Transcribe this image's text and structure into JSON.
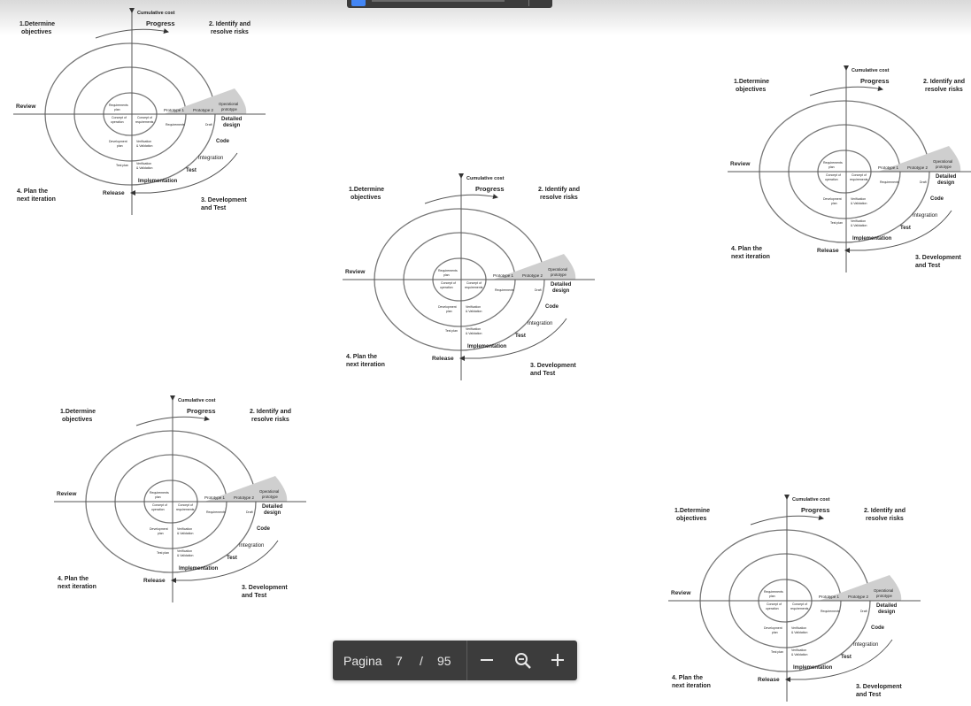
{
  "spiral_labels": {
    "cumulative_cost": "Cumulative cost",
    "progress": "Progress",
    "determine_line1": "1.Determine",
    "determine_line2": "objectives",
    "identify_line1": "2. Identify and",
    "identify_line2": "resolve risks",
    "review": "Review",
    "plan_line1": "4. Plan the",
    "plan_line2": "next iteration",
    "release": "Release",
    "devtest_line1": "3. Development",
    "devtest_line2": "and Test",
    "prototype1": "Prototype 1",
    "prototype2": "Prototype 2",
    "operational_line1": "Operational",
    "operational_line2": "prototype",
    "detailed_line1": "Detailed",
    "detailed_line2": "design",
    "code": "Code",
    "integration": "Integration",
    "test": "Test",
    "implementation": "Implementation",
    "requirements_plan_line1": "Requirements",
    "requirements_plan_line2": "plan",
    "concept_operation_line1": "Concept of",
    "concept_operation_line2": "operation",
    "concept_requirements_line1": "Concept of",
    "concept_requirements_line2": "requirements",
    "requirements": "Requirements",
    "draft": "Draft",
    "development_plan_line1": "Development",
    "development_plan_line2": "plan",
    "verification1_line1": "Verification",
    "verification1_line2": "& Validation",
    "test_plan": "Test plan",
    "verification2_line1": "Verification",
    "verification2_line2": "& Validation"
  },
  "pager": {
    "label": "Pagina",
    "current": "7",
    "separator": "/",
    "total": "95"
  },
  "icons": {
    "zoom_out": "minus-icon",
    "zoom_fit": "magnifier-minus-icon",
    "zoom_in": "plus-icon"
  }
}
